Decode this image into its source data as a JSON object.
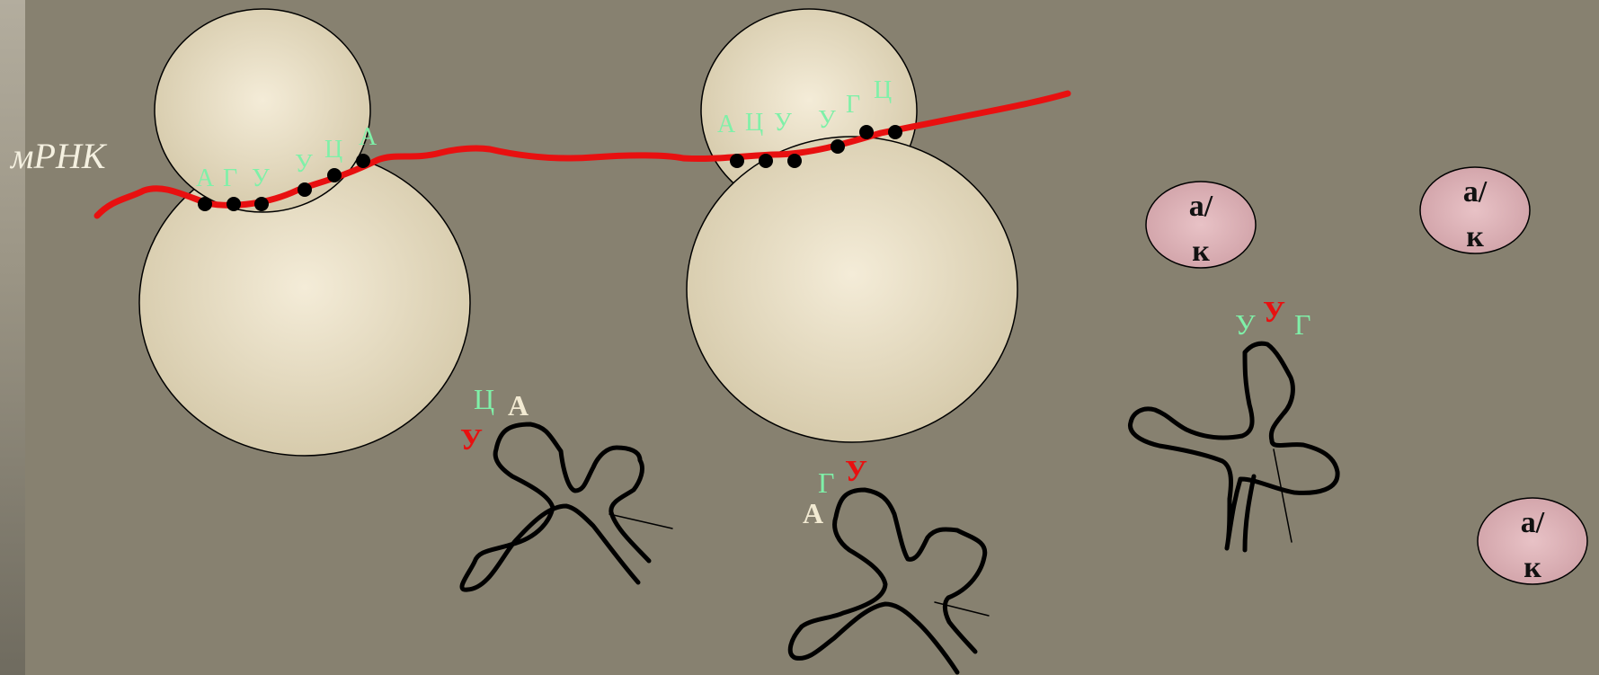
{
  "labels": {
    "mrna": "мРНК",
    "aa": "а/ к"
  },
  "colors": {
    "background": "#878170",
    "ribosome": "#efe5cd",
    "mrna_strand": "#e81010",
    "codon_letter": "#7ff0a8",
    "anticodon_red": "#e81010",
    "anticodon_cream": "#f2ead2",
    "amino_acid": "#dcaab0"
  },
  "ribosome_1": {
    "codon_letters": [
      "А",
      "Г",
      "У",
      "У",
      "Ц",
      "А"
    ]
  },
  "ribosome_2": {
    "codon_letters": [
      "А",
      "Ц",
      "У",
      "У",
      "Г",
      "Ц"
    ]
  },
  "trna_1": {
    "anticodon": [
      "У",
      "Ц",
      "А"
    ]
  },
  "trna_2": {
    "anticodon": [
      "У",
      "Г",
      "А"
    ]
  },
  "trna_3": {
    "anticodon": [
      "У",
      "У",
      "Г"
    ]
  },
  "amino_acids": [
    "а/ к",
    "а/ к",
    "а/ к"
  ],
  "icons": [
    "ribosome-small-subunit",
    "ribosome-large-subunit",
    "trna-cloverleaf",
    "amino-acid-bubble"
  ]
}
